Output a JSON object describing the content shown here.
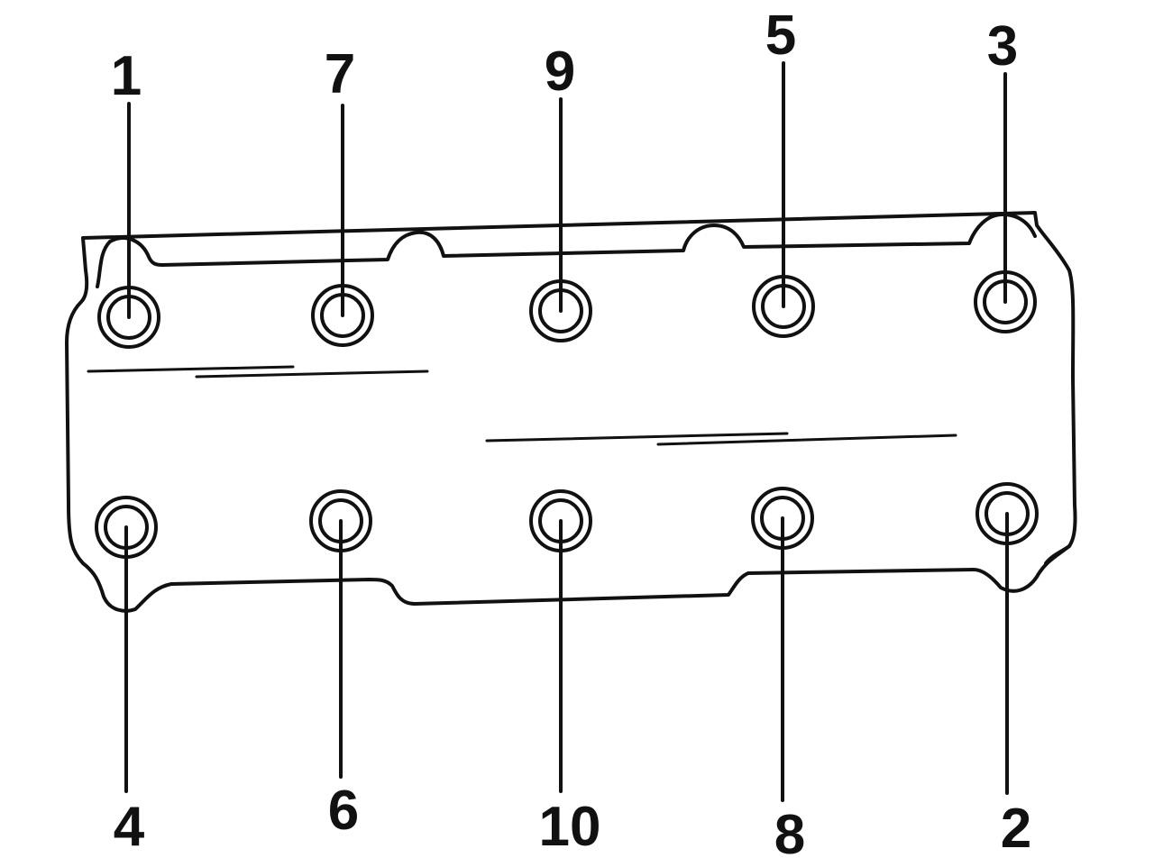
{
  "diagram": {
    "top_row": [
      {
        "label": "1"
      },
      {
        "label": "7"
      },
      {
        "label": "9"
      },
      {
        "label": "5"
      },
      {
        "label": "3"
      }
    ],
    "bottom_row": [
      {
        "label": "4"
      },
      {
        "label": "6"
      },
      {
        "label": "10"
      },
      {
        "label": "8"
      },
      {
        "label": "2"
      }
    ]
  }
}
